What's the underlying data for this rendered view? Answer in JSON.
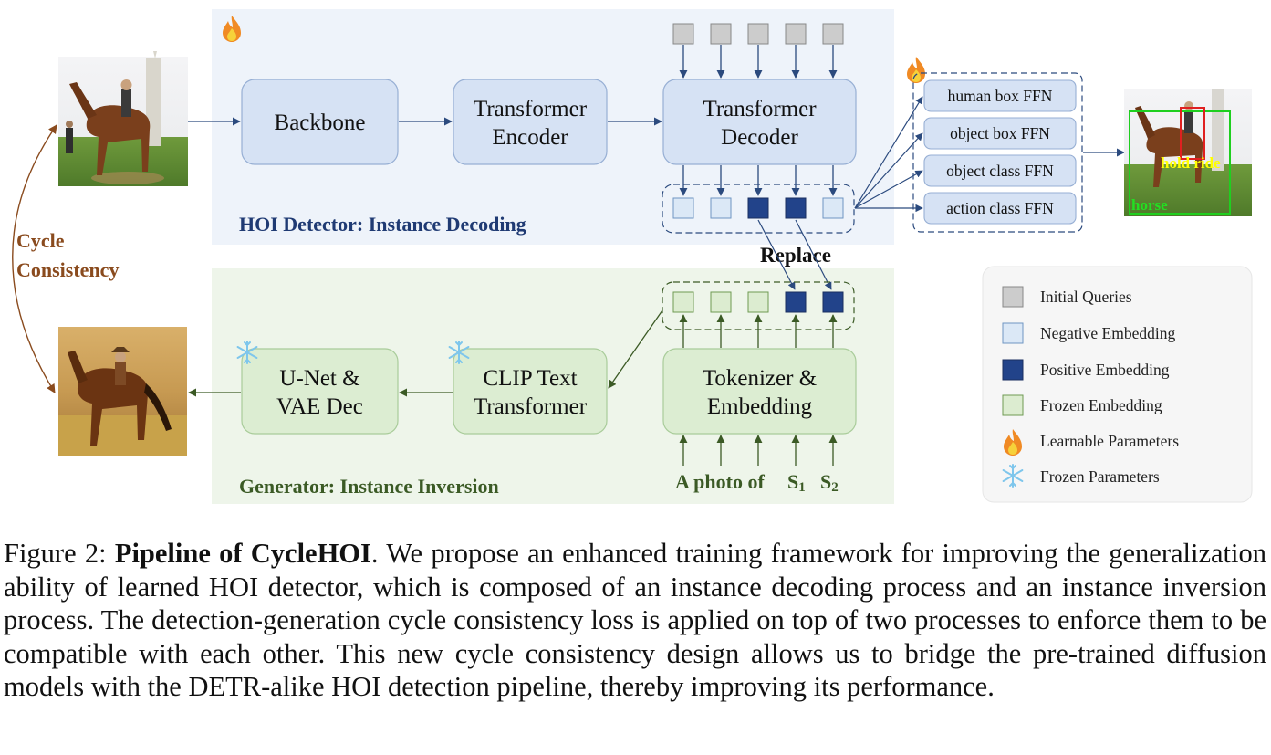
{
  "detector": {
    "section_title": "HOI Detector: Instance Decoding",
    "backbone": "Backbone",
    "encoder_line1": "Transformer",
    "encoder_line2": "Encoder",
    "decoder_line1": "Transformer",
    "decoder_line2": "Decoder",
    "ffn_heads": [
      "human box FFN",
      "object box FFN",
      "object class FFN",
      "action class FFN"
    ],
    "output_labels": [
      "hold ride",
      "horse"
    ]
  },
  "generator": {
    "section_title": "Generator: Instance Inversion",
    "unet_line1": "U-Net &",
    "unet_line2": "VAE Dec",
    "clip_line1": "CLIP Text",
    "clip_line2": "Transformer",
    "tokenizer_line1": "Tokenizer &",
    "tokenizer_line2": "Embedding",
    "prompt_text": "A photo of",
    "prompt_s1_main": "S",
    "prompt_s1_sub": "1",
    "prompt_s2_main": "S",
    "prompt_s2_sub": "2"
  },
  "replace_label": "Replace",
  "cycle_label_line1": "Cycle",
  "cycle_label_line2": "Consistency",
  "legend": [
    {
      "label": "Initial Queries",
      "kind": "initial"
    },
    {
      "label": "Negative Embedding",
      "kind": "negative"
    },
    {
      "label": "Positive Embedding",
      "kind": "positive"
    },
    {
      "label": "Frozen Embedding",
      "kind": "frozen"
    },
    {
      "label": "Learnable Parameters",
      "kind": "fire"
    },
    {
      "label": "Frozen Parameters",
      "kind": "snow"
    }
  ],
  "colors": {
    "detector_bg": "#eef3fa",
    "generator_bg": "#eef5ea",
    "blue_box": "#d6e2f4",
    "blue_border": "#97afd4",
    "green_box": "#dcedd2",
    "green_border": "#a9cc9a",
    "positive": "#22438a",
    "negative": "#dbe8f6",
    "frozen": "#dcecd0",
    "initial": "#cccccc",
    "dark_blue_text": "#1f3a73",
    "green_text": "#3b5a25",
    "cycle_text": "#8a4b1e"
  },
  "caption": {
    "prefix": "Figure 2: ",
    "bold": "Pipeline of CycleHOI",
    "body": ". We propose an enhanced training framework for improving the generalization ability of learned HOI detector, which is composed of an instance decoding process and an instance inversion process.  The detection-generation cycle consistency loss is applied on top of two processes to enforce them to be compatible with each other. This new cycle consistency design allows us to bridge the pre-trained diffusion models with the DETR-alike HOI detection pipeline, thereby improving its performance."
  }
}
